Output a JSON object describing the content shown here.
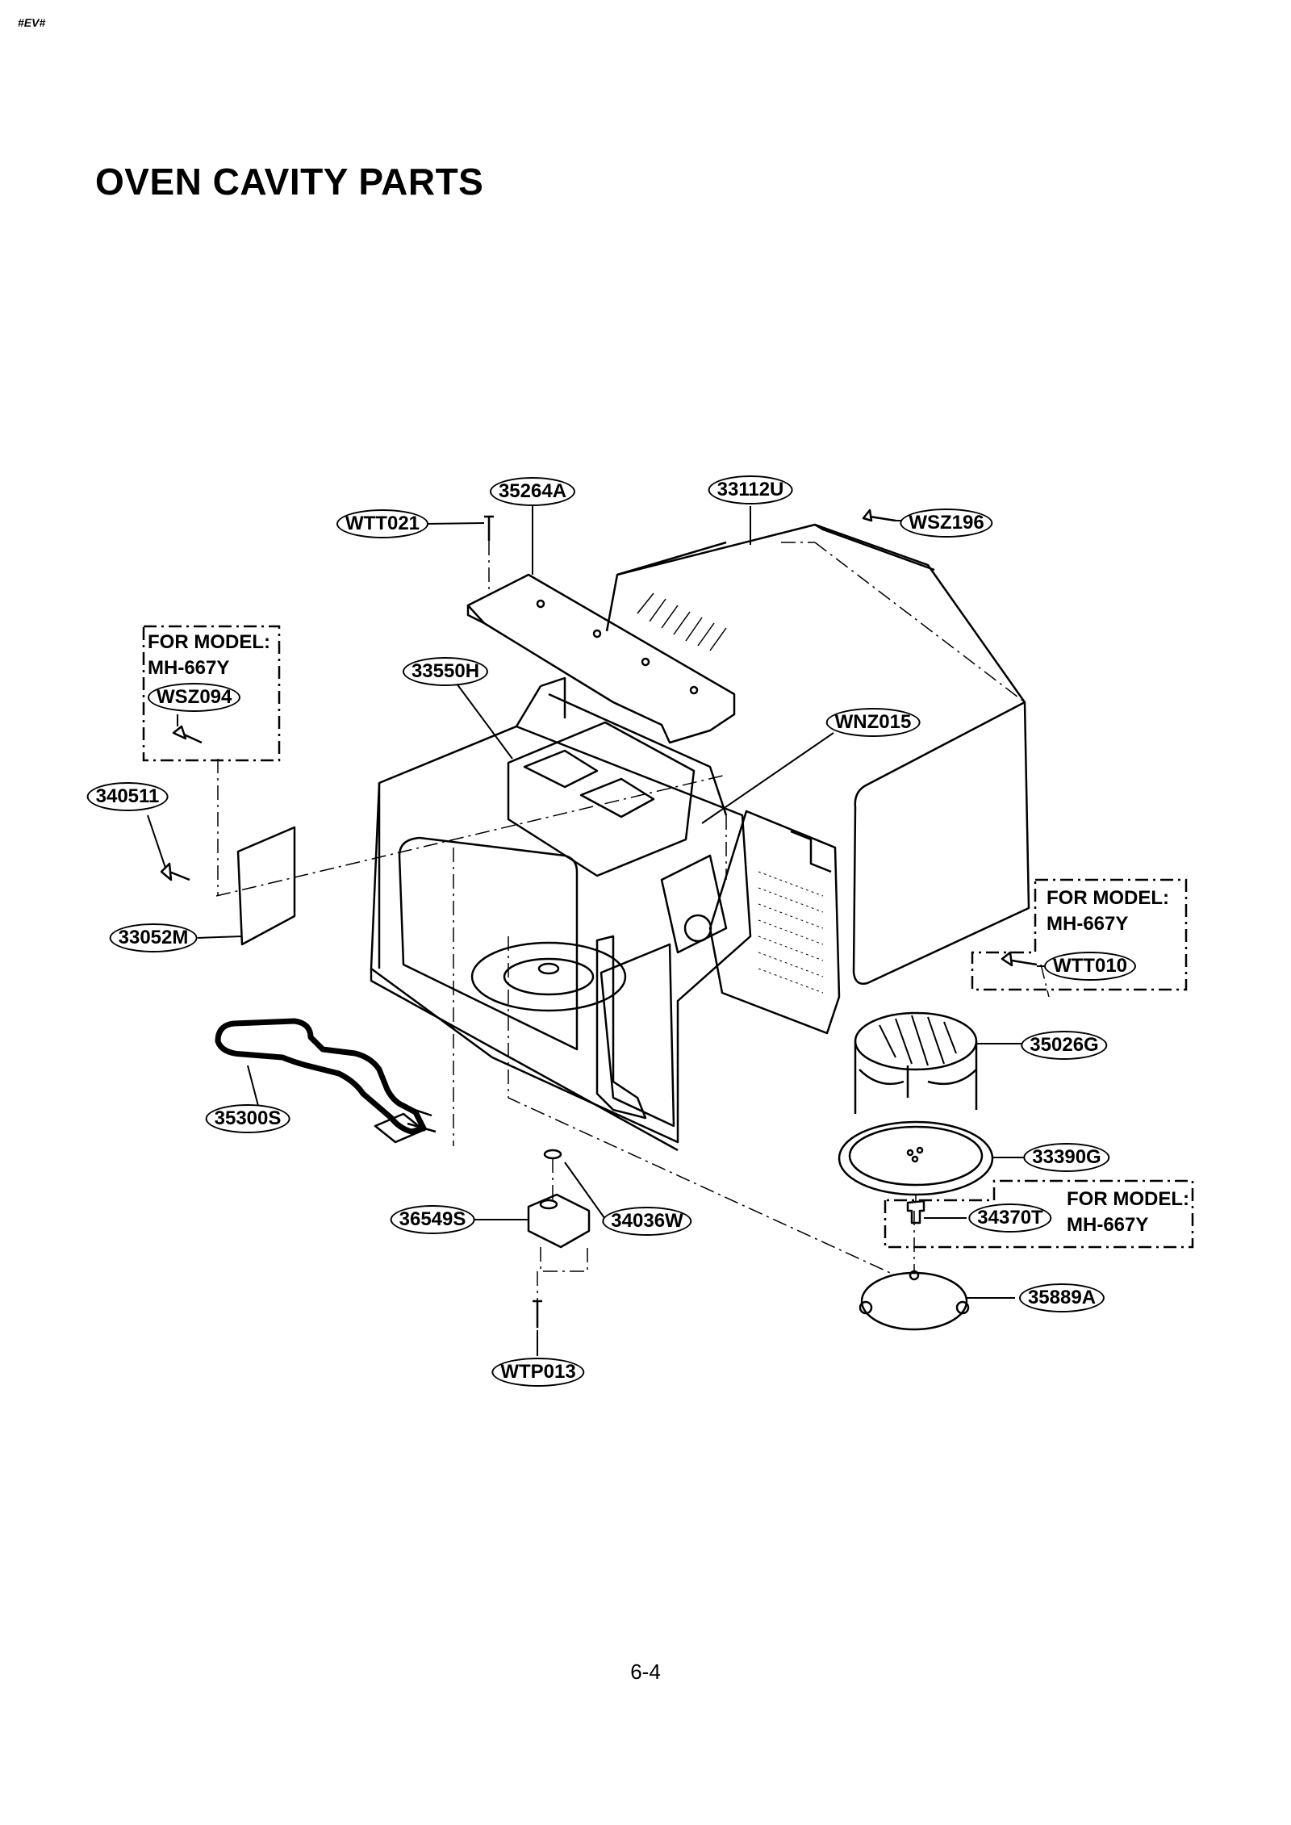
{
  "header": {
    "doc_code": "#EV#"
  },
  "title": "OVEN CAVITY PARTS",
  "page_number": "6-4",
  "model_note": {
    "line1": "FOR MODEL:",
    "line2": "MH-667Y"
  },
  "parts": {
    "wtt021": "WTT021",
    "p35264a": "35264A",
    "p33112u": "33112U",
    "wsz196": "WSZ196",
    "p33550h": "33550H",
    "wnz015": "WNZ015",
    "wsz094": "WSZ094",
    "p340511": "340511",
    "p33052m": "33052M",
    "wtt010": "WTT010",
    "p35026g": "35026G",
    "p35300s": "35300S",
    "p33390g": "33390G",
    "p34370t": "34370T",
    "p36549s": "36549S",
    "p34036w": "34036W",
    "p35889a": "35889A",
    "wtp013": "WTP013"
  }
}
